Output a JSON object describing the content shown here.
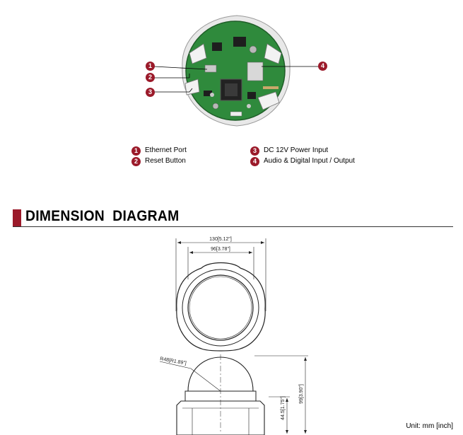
{
  "callouts": [
    {
      "num": "1",
      "label": "Ethernet Port"
    },
    {
      "num": "2",
      "label": "Reset Button"
    },
    {
      "num": "3",
      "label": "DC 12V Power Input"
    },
    {
      "num": "4",
      "label": "Audio & Digital Input / Output"
    }
  ],
  "section": {
    "title": "DIMENSION  DIAGRAM"
  },
  "dimensions": {
    "outer_width": "130[5.12\"]",
    "inner_width": "96[3.78\"]",
    "radius": "R48[R1.89\"]",
    "total_height": "99[3.90\"]",
    "base_height": "44.5[1.75\"]"
  },
  "unit_label": "Unit: mm [inch]",
  "colors": {
    "accent": "#9b1a2a",
    "board": "#2f8a3c"
  }
}
